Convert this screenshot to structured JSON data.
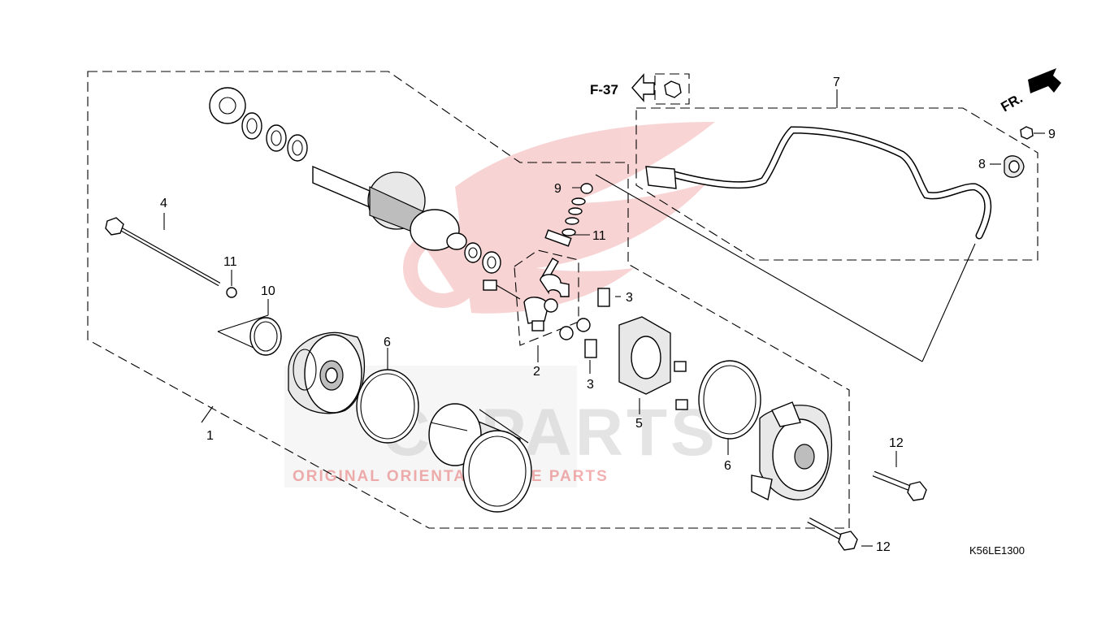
{
  "watermark": {
    "brand": "CSPARTS",
    "tagline": "ORIGINAL ORIENTAL SPARE PARTS",
    "color": "#e23b3b"
  },
  "diagram_code": "K56LE1300",
  "reference_label": "F-37",
  "direction_label": "FR.",
  "callouts": {
    "c1": "1",
    "c2": "2",
    "c3a": "3",
    "c3b": "3",
    "c4": "4",
    "c5": "5",
    "c6a": "6",
    "c6b": "6",
    "c7": "7",
    "c8": "8",
    "c9a": "9",
    "c9b": "9",
    "c10": "10",
    "c11a": "11",
    "c11b": "11",
    "c12a": "12",
    "c12b": "12"
  }
}
